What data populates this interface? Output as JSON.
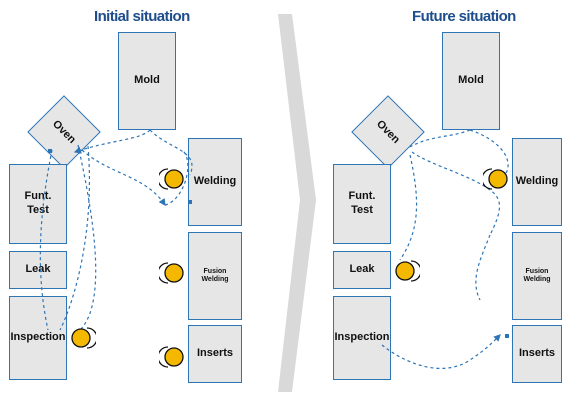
{
  "left": {
    "title": "Initial situation",
    "stations": {
      "mold": "Mold",
      "oven": "Oven",
      "welding": "Welding",
      "funt_test": "Funt.\nTest",
      "leak": "Leak",
      "fusion_welding": "Fusion\nWelding",
      "inspection": "Inspection",
      "inserts": "Inserts"
    }
  },
  "right": {
    "title": "Future situation",
    "stations": {
      "mold": "Mold",
      "oven": "Oven",
      "welding": "Welding",
      "funt_test": "Funt.\nTest",
      "leak": "Leak",
      "fusion_welding": "Fusion\nWelding",
      "inspection": "Inspection",
      "inserts": "Inserts"
    }
  },
  "colors": {
    "box_fill": "#e6e6e6",
    "box_border": "#2e75b6",
    "path": "#2e75b6",
    "title": "#1f4e8c",
    "worker": "#f5b800",
    "arrow_shape": "#d9d9d9"
  },
  "icons": {
    "worker": "worker-icon",
    "transition": "chevron-arrow-icon"
  }
}
